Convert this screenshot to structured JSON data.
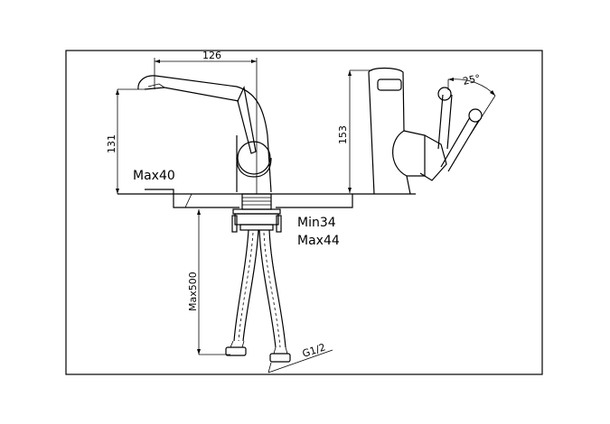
{
  "drawing": {
    "dimensions": {
      "spout_reach": "126",
      "spout_height": "131",
      "total_height": "153",
      "deck_max": "Max40",
      "shank_min": "Min34",
      "shank_max": "Max44",
      "hose_length": "Max500",
      "handle_angle": "25°",
      "thread": "G1/2"
    },
    "colors": {
      "line": "#000000",
      "background": "#ffffff"
    }
  }
}
